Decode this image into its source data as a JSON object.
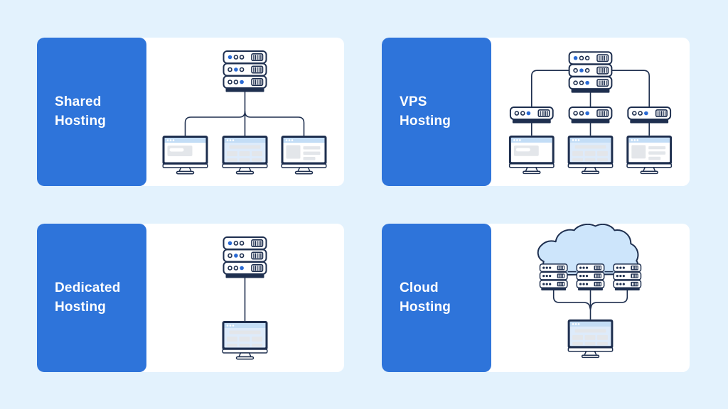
{
  "page": {
    "background": "#e3f2fd"
  },
  "colors": {
    "bg": "#e3f2fd",
    "card": "#ffffff",
    "brand": "#2e74da",
    "navy": "#1e2f4f",
    "accent": "#2a6ad4",
    "cloud": "#cde5fb",
    "screen_bar": "#c3ddf6",
    "screen_blue": "#ddebfb",
    "block_gray": "#e3e6ea",
    "label_text": "#ffffff"
  },
  "cards": [
    {
      "id": "shared-hosting",
      "label": "Shared Hosting",
      "label_lines": [
        "Shared",
        "Hosting"
      ],
      "illustration": "one-server-stack-connected-to-three-monitors"
    },
    {
      "id": "vps-hosting",
      "label": "VPS Hosting",
      "label_lines": [
        "VPS",
        "Hosting"
      ],
      "illustration": "server-stack-to-three-virtual-servers-to-three-monitors"
    },
    {
      "id": "dedicated-hosting",
      "label": "Dedicated Hosting",
      "label_lines": [
        "Dedicated",
        "Hosting"
      ],
      "illustration": "server-stack-to-single-monitor"
    },
    {
      "id": "cloud-hosting",
      "label": "Cloud Hosting",
      "label_lines": [
        "Cloud",
        "Hosting"
      ],
      "illustration": "cloud-with-server-cluster-to-single-monitor"
    }
  ]
}
